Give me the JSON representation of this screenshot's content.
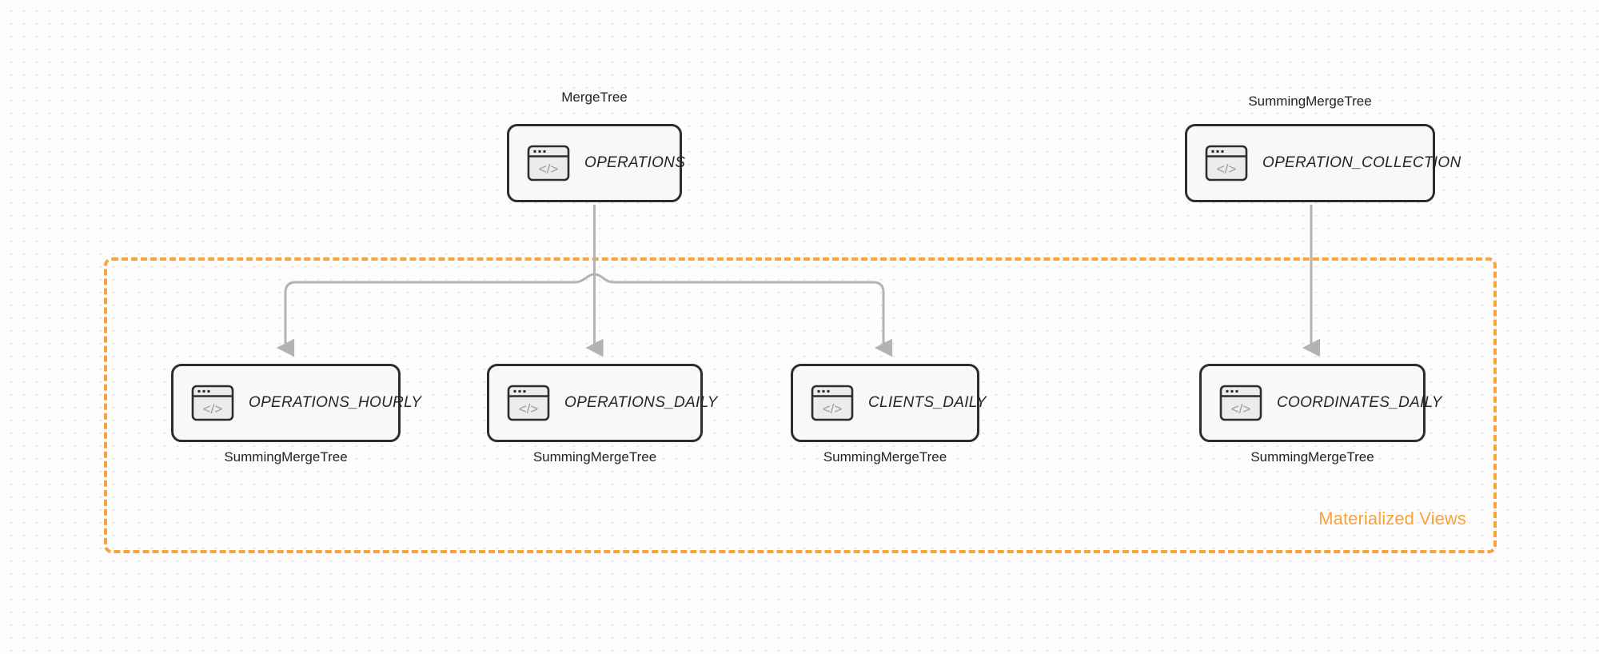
{
  "diagram": {
    "group": {
      "label": "Materialized Views",
      "accent_color": "#f9a33a"
    },
    "edge_color": "#b3b3b3",
    "node_border_color": "#2b2d31",
    "node_fill_color": "#f7f8f8",
    "icon_name": "code-window-icon",
    "nodes": [
      {
        "id": "operations",
        "label": "OPERATIONS",
        "engine": "MergeTree",
        "engine_position": "above"
      },
      {
        "id": "operation_collection",
        "label": "OPERATION_COLLECTION",
        "engine": "SummingMergeTree",
        "engine_position": "above"
      },
      {
        "id": "operations_hourly",
        "label": "OPERATIONS_HOURLY",
        "engine": "SummingMergeTree",
        "engine_position": "below"
      },
      {
        "id": "operations_daily",
        "label": "OPERATIONS_DAILY",
        "engine": "SummingMergeTree",
        "engine_position": "below"
      },
      {
        "id": "clients_daily",
        "label": "CLIENTS_DAILY",
        "engine": "SummingMergeTree",
        "engine_position": "below"
      },
      {
        "id": "coordinates_daily",
        "label": "COORDINATES_DAILY",
        "engine": "SummingMergeTree",
        "engine_position": "below"
      }
    ],
    "edges": [
      {
        "from": "operations",
        "to": "operations_hourly"
      },
      {
        "from": "operations",
        "to": "operations_daily"
      },
      {
        "from": "operations",
        "to": "clients_daily"
      },
      {
        "from": "operation_collection",
        "to": "coordinates_daily"
      }
    ]
  }
}
